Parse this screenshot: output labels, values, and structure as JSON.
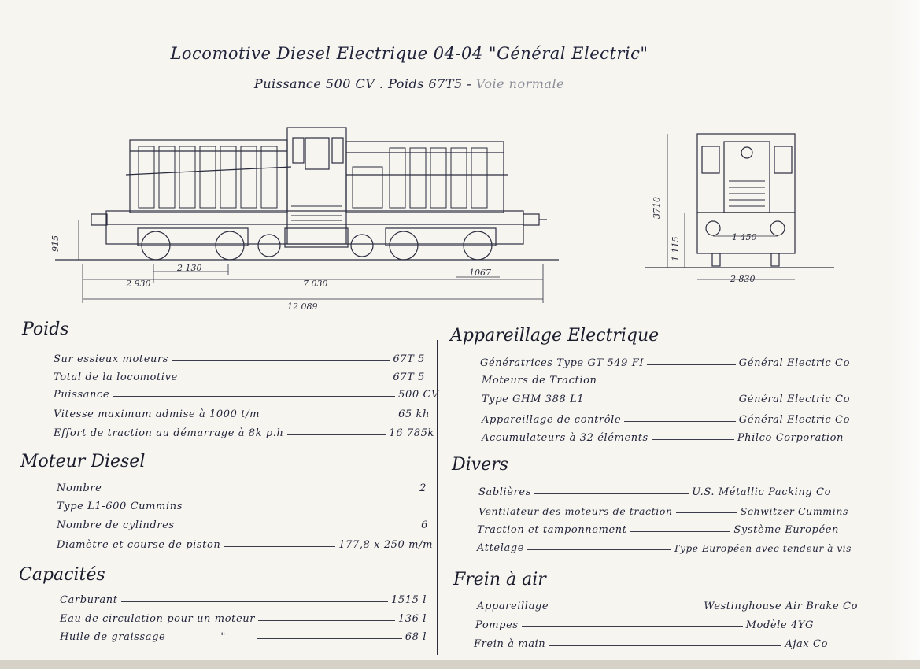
{
  "title": {
    "line1": "Locomotive Diesel Electrique 04-04 \"Général Electric\"",
    "line2": "Puissance 500 CV . Poids 67T5 -",
    "line2_faint": "Voie normale"
  },
  "dimensions": {
    "side_height": "915",
    "d_2930": "2 930",
    "d_2130": "2 130",
    "d_7030": "7 030",
    "d_1067": "1067",
    "d_12089": "12 089",
    "front_height": "3710",
    "front_axle": "1 115",
    "front_gauge": "1 450",
    "front_width": "2 830"
  },
  "sections": {
    "poids": {
      "heading": "Poids",
      "rows": [
        {
          "label": "Sur essieux moteurs",
          "value": "67T 5"
        },
        {
          "label": "Total de la locomotive",
          "value": "67T 5"
        },
        {
          "label": "Puissance",
          "value": "500 CV"
        },
        {
          "label": "Vitesse maximum admise à 1000 t/m",
          "value": "65 kh"
        },
        {
          "label": "Effort de traction au démarrage à 8k p.h",
          "value": "16 785k"
        }
      ]
    },
    "moteur": {
      "heading": "Moteur Diesel",
      "rows": [
        {
          "label": "Nombre",
          "value": "2"
        },
        {
          "label": "Type L1-600 Cummins",
          "value": ""
        },
        {
          "label": "Nombre de cylindres",
          "value": "6"
        },
        {
          "label": "Diamètre et course de piston",
          "value": "177,8 x 250 m/m"
        }
      ]
    },
    "capacites": {
      "heading": "Capacités",
      "rows": [
        {
          "label": "Carburant",
          "value": "1515 l"
        },
        {
          "label": "Eau de circulation pour un moteur",
          "value": "136 l"
        },
        {
          "label": "Huile de graissage",
          "mid": "\"",
          "value": "68 l"
        }
      ]
    },
    "appareillage": {
      "heading": "Appareillage Electrique",
      "rows": [
        {
          "label": "Génératrices Type GT 549 FI",
          "value": "Général Electric Co"
        },
        {
          "label": "Moteurs de Traction",
          "value": ""
        },
        {
          "label": "Type GHM 388 L1",
          "value": "Général Electric Co"
        },
        {
          "label": "Appareillage de contrôle",
          "value": "Général Electric Co"
        },
        {
          "label": "Accumulateurs à 32 éléments",
          "value": "Philco Corporation"
        }
      ]
    },
    "divers": {
      "heading": "Divers",
      "rows": [
        {
          "label": "Sablières",
          "value": "U.S. Métallic Packing Co"
        },
        {
          "label": "Ventilateur des moteurs de traction",
          "value": "Schwitzer Cummins"
        },
        {
          "label": "Traction et tamponnement",
          "value": "Système Européen"
        },
        {
          "label": "Attelage",
          "value": "Type Européen avec tendeur à vis"
        }
      ]
    },
    "frein": {
      "heading": "Frein à air",
      "rows": [
        {
          "label": "Appareillage",
          "value": "Westinghouse Air Brake Co"
        },
        {
          "label": "Pompes",
          "value": "Modèle 4YG"
        },
        {
          "label": "Frein à main",
          "value": "Ajax Co"
        }
      ]
    }
  }
}
